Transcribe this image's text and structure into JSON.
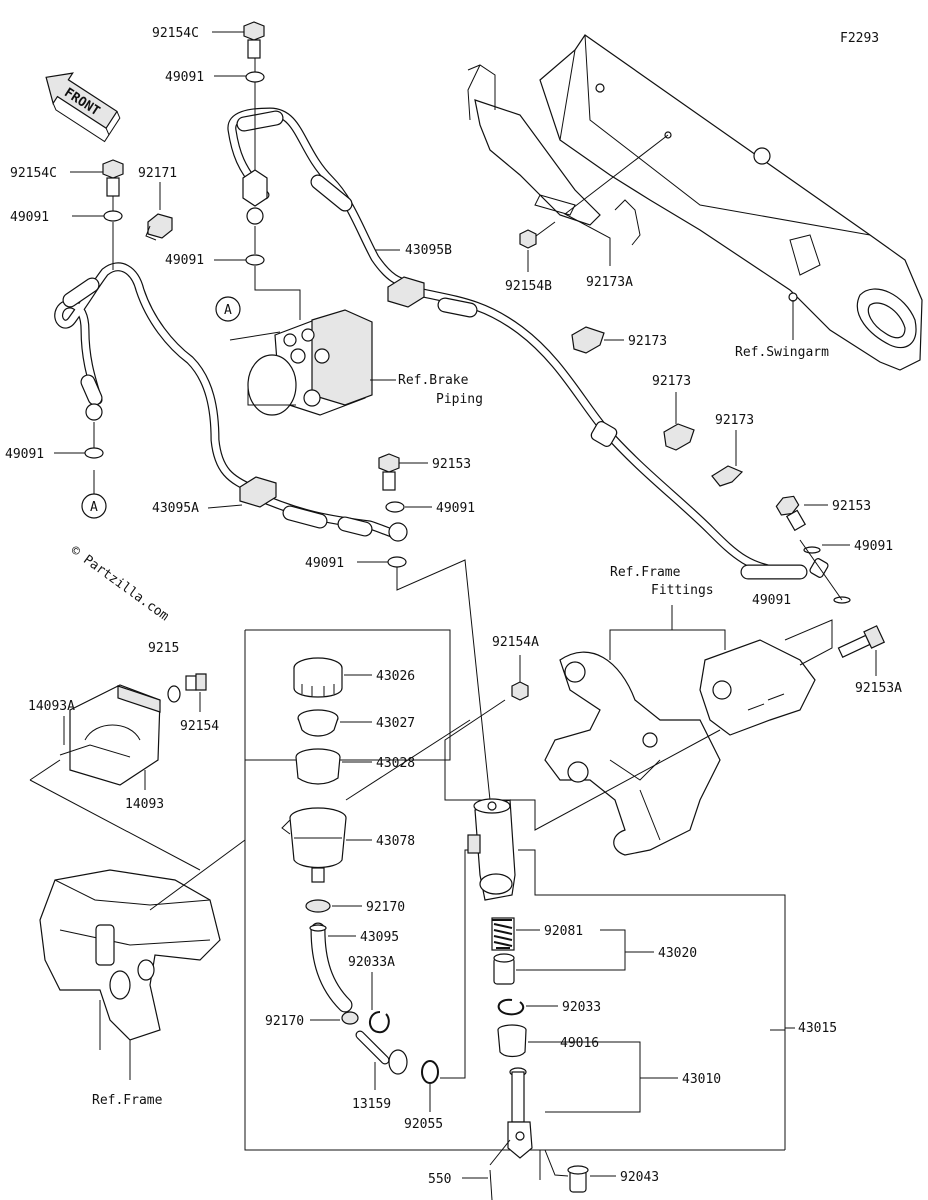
{
  "figure_code": "F2293",
  "watermark": "© Partzilla.com",
  "front_label": "FRONT",
  "circle_marker": "A",
  "refs": {
    "brake_piping_1": "Ref.Brake",
    "brake_piping_2": "Piping",
    "swingarm": "Ref.Swingarm",
    "frame_fittings_1": "Ref.Frame",
    "frame_fittings_2": "Fittings",
    "frame": "Ref.Frame"
  },
  "parts": {
    "p92154C_top": "92154C",
    "p49091_top": "49091",
    "p92154C_left": "92154C",
    "p92171": "92171",
    "p49091_left": "49091",
    "p49091_mid": "49091",
    "p43095B": "43095B",
    "p92154B": "92154B",
    "p92173A": "92173A",
    "p92173_a": "92173",
    "p92173_b": "92173",
    "p92173_c": "92173",
    "p49091_low_left": "49091",
    "p92153_mid": "92153",
    "p43095A": "43095A",
    "p49091_center": "49091",
    "p49091_center_low": "49091",
    "p92153_right": "92153",
    "p49091_right_a": "49091",
    "p49091_right_b": "49091",
    "p92154A": "92154A",
    "p92153A": "92153A",
    "p92153_partial": "9215",
    "p92154": "92154",
    "p14093A": "14093A",
    "p14093": "14093",
    "p43026": "43026",
    "p43027": "43027",
    "p43028": "43028",
    "p43078": "43078",
    "p92170_top": "92170",
    "p43095": "43095",
    "p92033A": "92033A",
    "p92170_low": "92170",
    "p13159": "13159",
    "p92055": "92055",
    "p92081": "92081",
    "p43020": "43020",
    "p92033": "92033",
    "p43015": "43015",
    "p49016": "49016",
    "p43010": "43010",
    "p550": "550",
    "p92043": "92043"
  }
}
